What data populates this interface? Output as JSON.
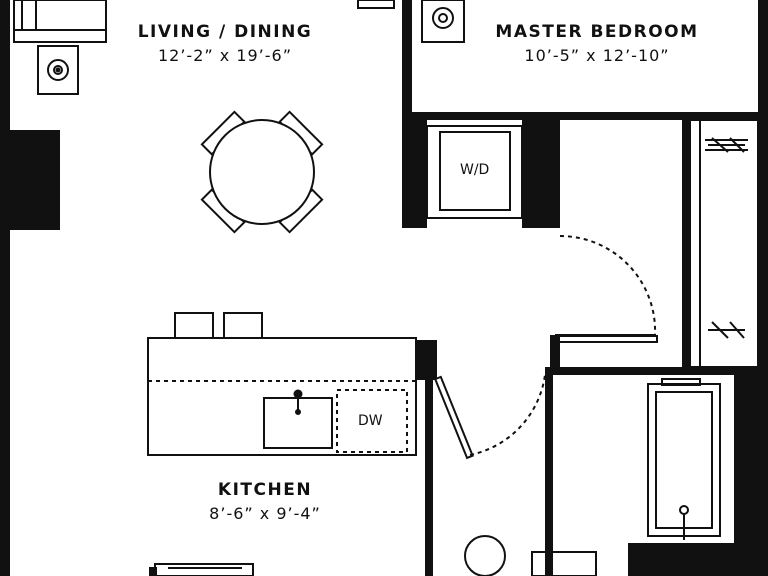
{
  "rooms": {
    "living": {
      "name": "LIVING / DINING",
      "dims": "12’-2” x 19’-6”"
    },
    "master": {
      "name": "MASTER BEDROOM",
      "dims": "10’-5” x 12’-10”"
    },
    "kitchen": {
      "name": "KITCHEN",
      "dims": "8’-6” x 9’-4”"
    }
  },
  "fixtures": {
    "washer_dryer": "W/D",
    "dishwasher": "DW"
  },
  "colors": {
    "wall": "#111111",
    "background": "#ffffff"
  }
}
